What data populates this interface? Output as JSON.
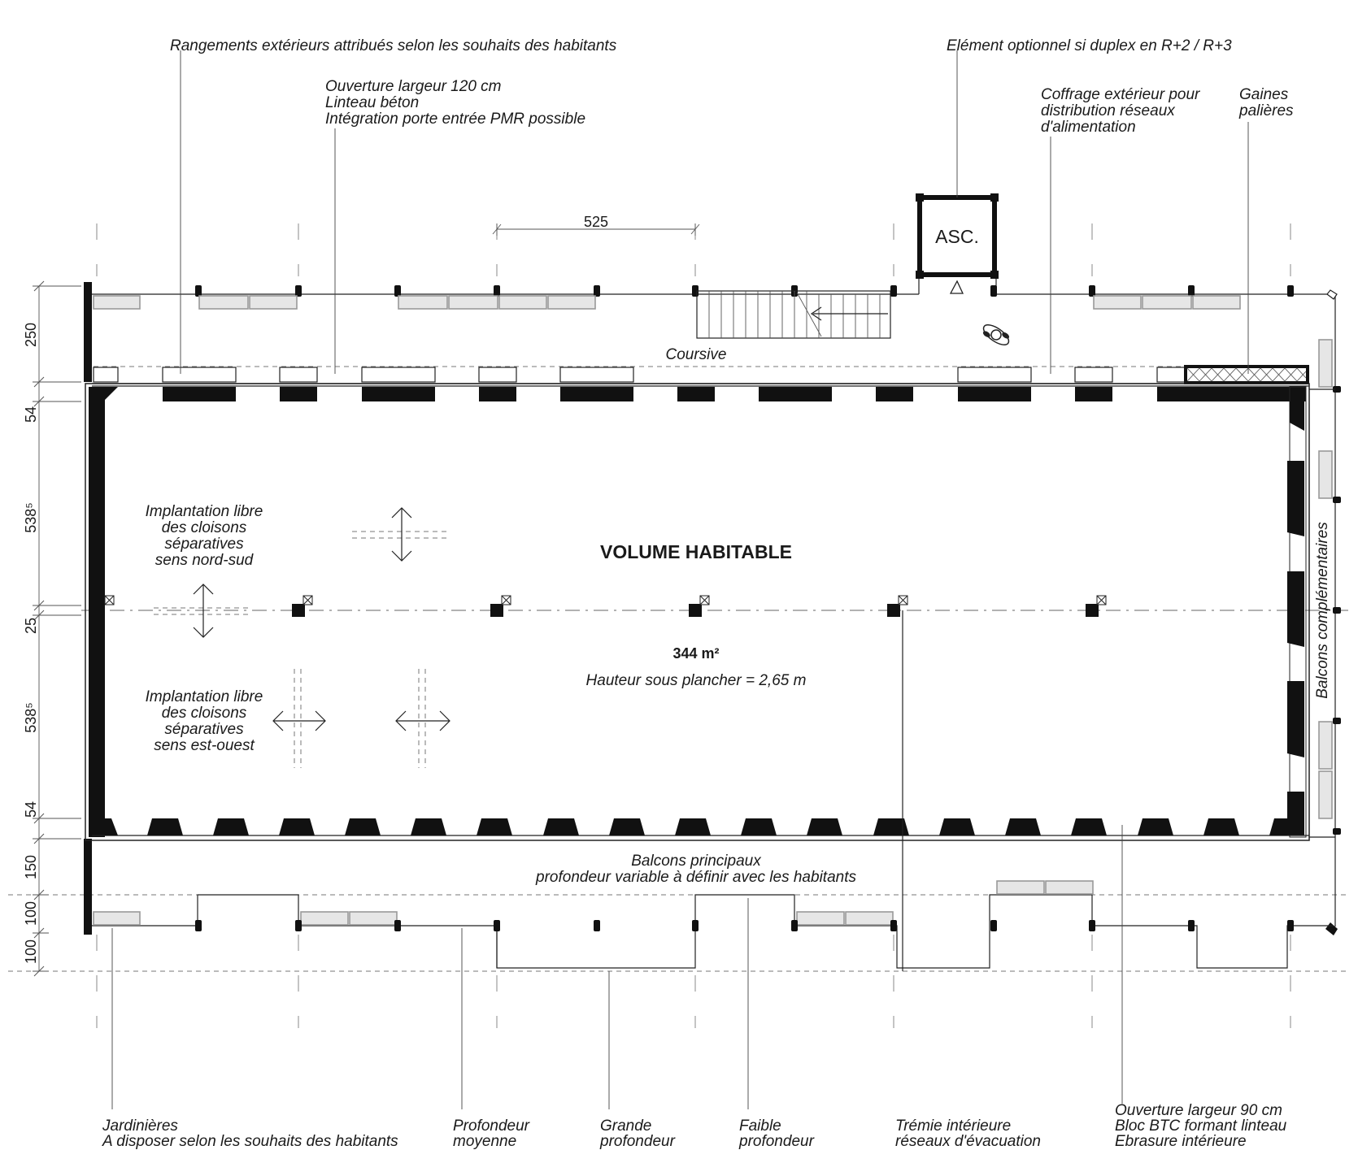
{
  "annotations": {
    "storage": "Rangements extérieurs attribués selon les souhaits des habitants",
    "opening_120": [
      "Ouverture largeur 120 cm",
      "Linteau béton",
      "Intégration porte entrée PMR possible"
    ],
    "optional_element": "Elément optionnel si duplex en R+2 / R+3",
    "formwork": [
      "Coffrage extérieur pour",
      "distribution réseaux",
      "d'alimentation"
    ],
    "landing_ducts": [
      "Gaines",
      "palières"
    ],
    "walkway": "Coursive",
    "elevator": "ASC.",
    "living_volume": "VOLUME HABITABLE",
    "area": "344 m²",
    "ceiling_height": "Hauteur sous plancher = 2,65 m",
    "partitions_ns": [
      "Implantation libre",
      "des cloisons",
      "séparatives",
      "sens nord-sud"
    ],
    "partitions_eo": [
      "Implantation libre",
      "des cloisons",
      "séparatives",
      "sens est-ouest"
    ],
    "extra_balconies": "Balcons complémentaires",
    "main_balconies": [
      "Balcons principaux",
      "profondeur variable à définir avec les habitants"
    ],
    "planters": [
      "Jardinières",
      "A disposer selon les souhaits des habitants"
    ],
    "depth_medium": [
      "Profondeur",
      "moyenne"
    ],
    "depth_large": [
      "Grande",
      "profondeur"
    ],
    "depth_small": [
      "Faible",
      "profondeur"
    ],
    "shaft": [
      "Trémie intérieure",
      "réseaux d'évacuation"
    ],
    "opening_90": [
      "Ouverture largeur 90 cm",
      "Bloc BTC formant linteau",
      "Ebrasure intérieure"
    ]
  },
  "dimensions": {
    "bay": "525",
    "left": [
      "250",
      "54",
      "538⁵",
      "25",
      "538⁵",
      "54",
      "150",
      "100",
      "100"
    ]
  }
}
